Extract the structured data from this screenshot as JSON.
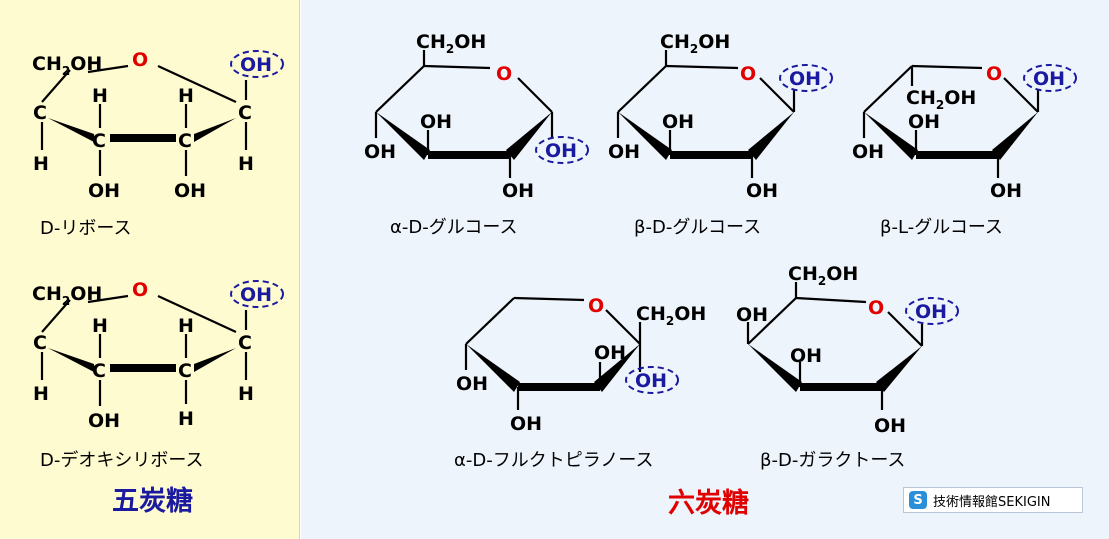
{
  "pentose": {
    "heading": "五炭糖",
    "ribose": {
      "name": "D-リボース",
      "ch2oh": "CH",
      "ch2oh_sub": "2",
      "ch2oh_tail": "OH",
      "o": "O",
      "oh": "OH",
      "c": "C",
      "h": "H"
    },
    "deoxyribose": {
      "name": "D-デオキシリボース"
    }
  },
  "hexose": {
    "heading": "六炭糖",
    "alpha_d_glucose": {
      "name": "α-D-グルコース"
    },
    "beta_d_glucose": {
      "name": "β-D-グルコース"
    },
    "beta_l_glucose": {
      "name": "β-L-グルコース"
    },
    "alpha_d_fructopyranose": {
      "name": "α-D-フルクトピラノース"
    },
    "beta_d_galactose": {
      "name": "β-D-ガラクトース"
    }
  },
  "credit": {
    "logo": "S",
    "text": "技術情報館SEKIGIN"
  },
  "colors": {
    "pentose_bg": "#fffbd0",
    "hexose_bg": "#eef4fb",
    "oxygen": "#e00000",
    "anomeric_oh": "#1a1aa0"
  }
}
